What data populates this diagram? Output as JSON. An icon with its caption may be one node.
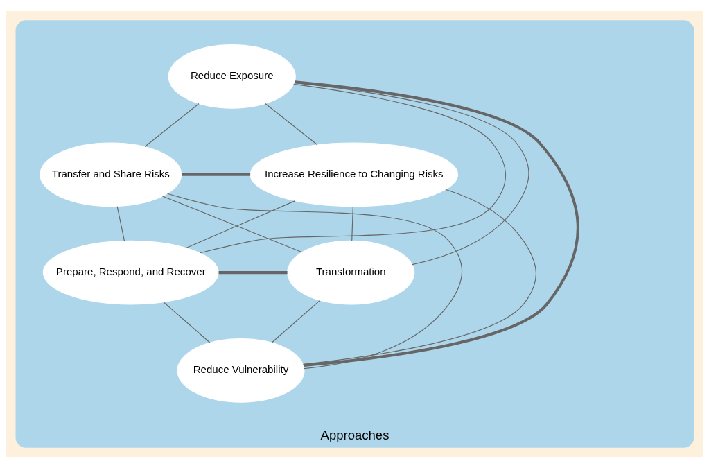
{
  "diagram": {
    "nodes": [
      {
        "text": [
          "Approaches"
        ]
      },
      {
        "text": [
          "Reduce Exposure"
        ],
        "in": 0
      },
      {
        "text": [
          "Transfer and Share Risks"
        ],
        "in": 0
      },
      {
        "text": [
          "Increase Resilience to Changing Risks"
        ],
        "in": 0
      },
      {
        "text": [
          "Prepare, Respond, and Recover"
        ],
        "in": 0
      },
      {
        "text": [
          "Transformation"
        ],
        "in": 0
      },
      {
        "text": [
          "Reduce Vulnerability"
        ],
        "in": 0
      }
    ],
    "edges": [
      {
        "from": 1,
        "to": 2,
        "arrow": "none"
      },
      {
        "from": 1,
        "to": 3,
        "arrow": "none"
      },
      {
        "from": 1,
        "to": 4,
        "arrow": "none"
      },
      {
        "from": 1,
        "to": 5,
        "arrow": "none"
      },
      {
        "from": 1,
        "to": 6,
        "arrow": "none",
        "style": "thick"
      },
      {
        "from": 2,
        "to": 3,
        "arrow": "none",
        "style": "thick"
      },
      {
        "from": 2,
        "to": 4,
        "arrow": "none"
      },
      {
        "from": 2,
        "to": 5,
        "arrow": "none"
      },
      {
        "from": 2,
        "to": 6,
        "arrow": "none"
      },
      {
        "from": 3,
        "to": 4,
        "arrow": "none"
      },
      {
        "from": 3,
        "to": 5,
        "arrow": "none"
      },
      {
        "from": 3,
        "to": 6,
        "arrow": "none"
      },
      {
        "from": 4,
        "to": 5,
        "arrow": "none",
        "style": "thick"
      },
      {
        "from": 4,
        "to": 6,
        "arrow": "none"
      },
      {
        "from": 5,
        "to": 6,
        "arrow": "none"
      }
    ]
  }
}
